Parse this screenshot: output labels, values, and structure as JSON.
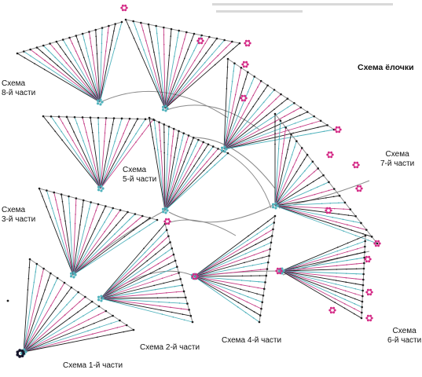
{
  "title": "Схема ёлочки",
  "labels": {
    "part1": "Схема 1-й части",
    "part2": "Схема 2-й части",
    "part3_l1": "Схема",
    "part3_l2": "3-й части",
    "part4": "Схема 4-й части",
    "part5_l1": "Схема",
    "part5_l2": "5-й части",
    "part6_l1": "Схема",
    "part6_l2": "6-й части",
    "part7_l1": "Схема",
    "part7_l2": "7-й части",
    "part8_l1": "Схема",
    "part8_l2": "8-й части"
  },
  "colors": {
    "background": "#ffffff",
    "dark_stitch": "#1e1e1e",
    "cyan_stitch": "#4fb2bc",
    "pink_stitch": "#c63f87",
    "magenta_dot": "#d42a86",
    "navy_dot": "#15152a",
    "grid_line": "#8a8a8a"
  }
}
